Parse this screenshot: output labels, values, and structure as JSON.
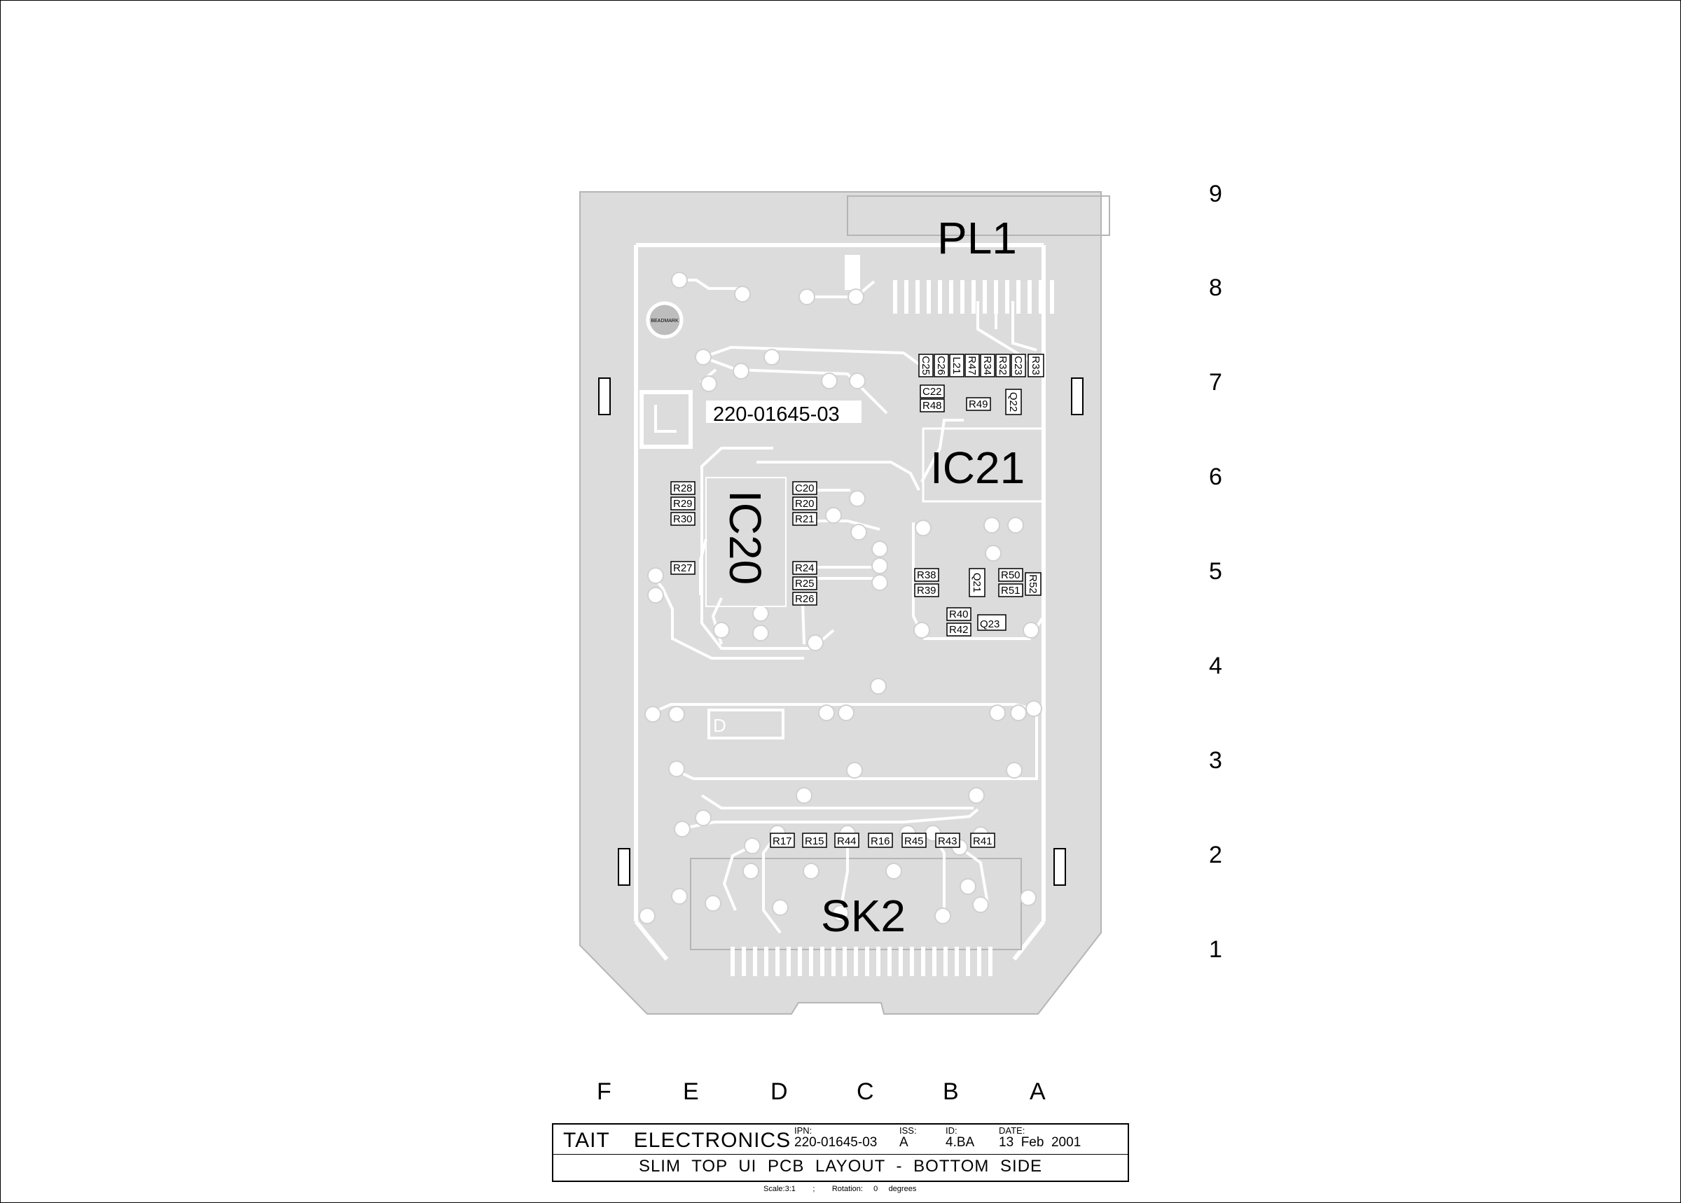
{
  "board": {
    "part_label": "220-01645-03",
    "beadmark_label": "BEADMARK",
    "diode_label": "D"
  },
  "designators": {
    "PL1": "PL1",
    "IC21": "IC21",
    "IC20": "IC20",
    "SK2": "SK2"
  },
  "components": [
    "C25",
    "C26",
    "L21",
    "R47",
    "R34",
    "R32",
    "C23",
    "R33",
    "C22",
    "R48",
    "R49",
    "Q22",
    "R28",
    "R29",
    "R30",
    "C20",
    "R20",
    "R21",
    "R27",
    "R24",
    "R25",
    "R26",
    "R38",
    "R39",
    "Q21",
    "R50",
    "R51",
    "R52",
    "R40",
    "R42",
    "Q23",
    "R17",
    "R15",
    "R44",
    "R16",
    "R45",
    "R43",
    "R41"
  ],
  "grid": {
    "rows": [
      "9",
      "8",
      "7",
      "6",
      "5",
      "4",
      "3",
      "2",
      "1"
    ],
    "columns": [
      "F",
      "E",
      "D",
      "C",
      "B",
      "A"
    ]
  },
  "title_block": {
    "company_1": "TAIT",
    "company_2": "ELECTRONICS",
    "ipn_label": "IPN:",
    "ipn_value": "220-01645-03",
    "iss_label": "ISS:",
    "iss_value": "A",
    "id_label": "ID:",
    "id_value": "4.BA",
    "date_label": "DATE:",
    "date_value": "13  Feb  2001",
    "title": "SLIM TOP UI PCB LAYOUT - BOTTOM SIDE"
  },
  "footer": {
    "scale": "Scale:3:1",
    "separator": ";",
    "rotation_label": "Rotation:",
    "rotation_value": "0",
    "rotation_unit": "degrees"
  },
  "colors": {
    "board_fill": "#dcdcdc",
    "copper_line": "#ffffff",
    "outline": "#000000"
  }
}
